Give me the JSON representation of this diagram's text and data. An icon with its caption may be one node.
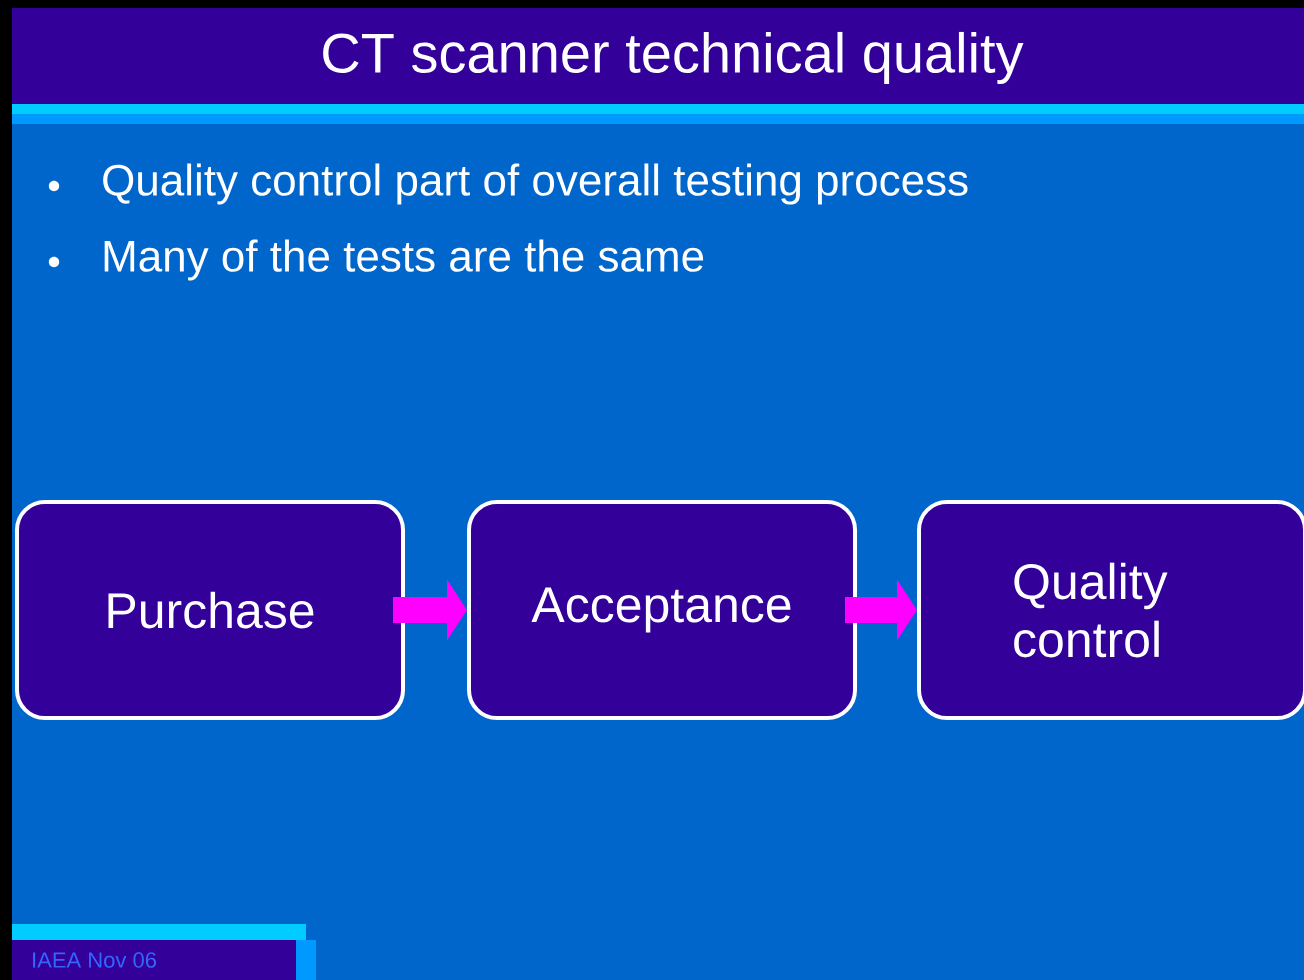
{
  "diagram": {
    "title": "CT scanner technical quality",
    "nodes": [
      {
        "text": [
          "Purchase"
        ]
      },
      {
        "text": [
          "Acceptance"
        ]
      },
      {
        "text": [
          "Quality control"
        ]
      }
    ],
    "edges": [
      {
        "from": 0,
        "to": 1,
        "arrow": "to"
      },
      {
        "from": 1,
        "to": 2,
        "arrow": "to"
      }
    ],
    "labels": [
      "Quality control part of overall testing process",
      "Many of the tests are the same",
      "IAEA Nov 06"
    ]
  }
}
